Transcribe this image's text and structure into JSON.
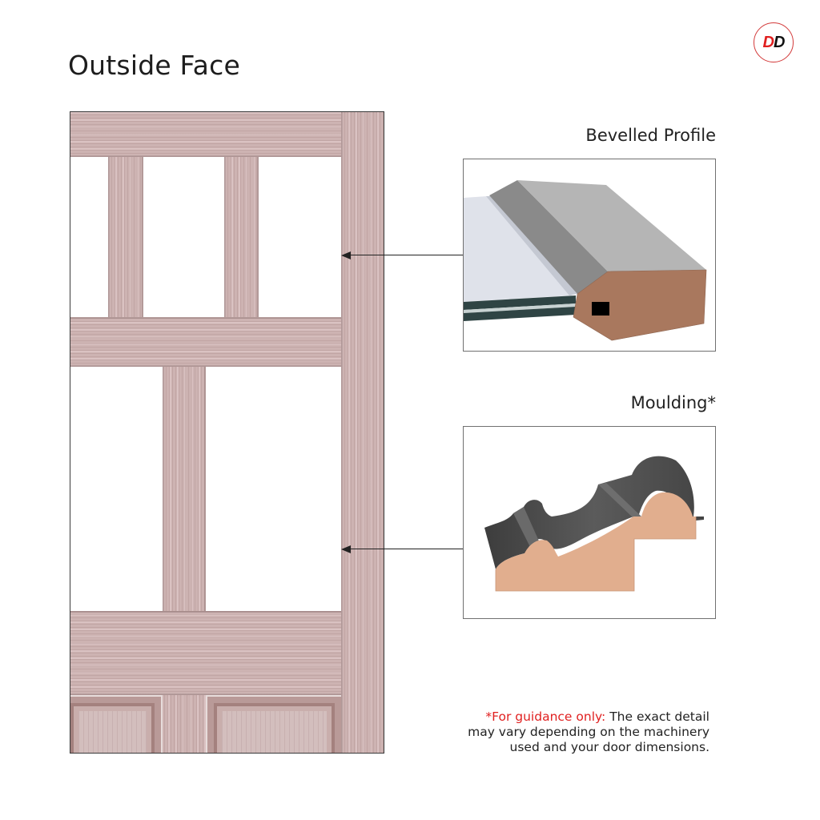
{
  "header": {
    "title": "Outside Face",
    "logo": {
      "icon": "dd-logo-icon",
      "letters": [
        "D",
        "D"
      ],
      "colors": {
        "first": "#e02020",
        "second": "#111111",
        "ring": "#d33a3a"
      }
    }
  },
  "door": {
    "description": "Partial door elevation, outside face",
    "wood_color": "#cdb3b2",
    "upper_glass_panes": 3,
    "lower_glass_panes": 2,
    "bottom_raised_panels": 2
  },
  "details": [
    {
      "label": "Bevelled Profile",
      "icon": "bevelled-profile-illustration",
      "points_to": "upper glass stile"
    },
    {
      "label": "Moulding*",
      "icon": "moulding-profile-illustration",
      "points_to": "lower glass stile"
    }
  ],
  "note": {
    "highlight": "*For guidance only:",
    "line1_rest": " The exact detail",
    "line2": "may vary depending on the machinery",
    "line3": "used and your door dimensions.",
    "highlight_color": "#e02020"
  }
}
